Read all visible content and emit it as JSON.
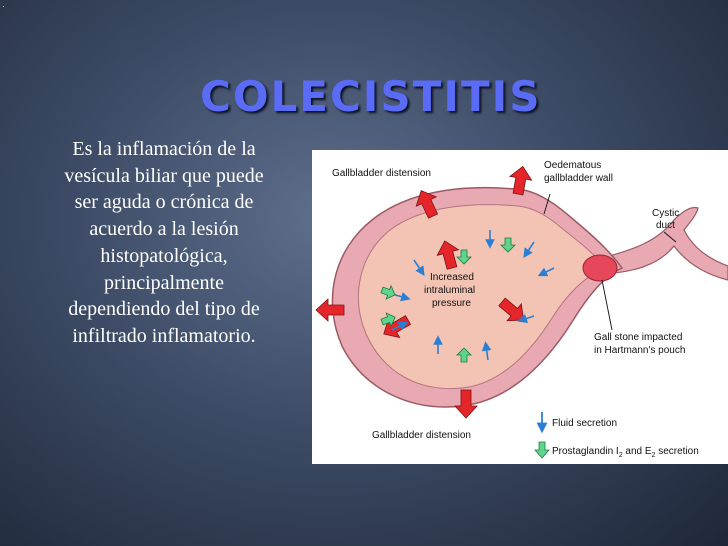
{
  "slide": {
    "title": "COLECISTITIS",
    "body": "Es la inflamación de la vesícula biliar que puede ser aguda o crónica de acuerdo a la lesión histopatológica, principalmente dependiendo del tipo de infiltrado inflamatorio."
  },
  "figure": {
    "labels": {
      "distension_top": "Gallbladder distension",
      "wall_line1": "Oedematous",
      "wall_line2": "gallbladder wall",
      "cystic_line1": "Cystic",
      "cystic_line2": "duct",
      "pressure_line1": "Increased",
      "pressure_line2": "intraluminal",
      "pressure_line3": "pressure",
      "stone_line1": "Gall stone impacted",
      "stone_line2": "in Hartmann's pouch",
      "distension_bottom": "Gallbladder distension",
      "legend_fluid": "Fluid secretion",
      "legend_prost_a": "Prostaglandin I",
      "legend_prost_sub1": "2",
      "legend_prost_b": " and E",
      "legend_prost_sub2": "2",
      "legend_prost_c": " secretion"
    },
    "colors": {
      "wall": "#e8a9b2",
      "lumen": "#f3c4b4",
      "pressure_arrow": "#e4262b",
      "fluid_arrow": "#2a7fd4",
      "prostaglandin_arrow": "#5fd48a",
      "stone": "#e6475a"
    }
  }
}
